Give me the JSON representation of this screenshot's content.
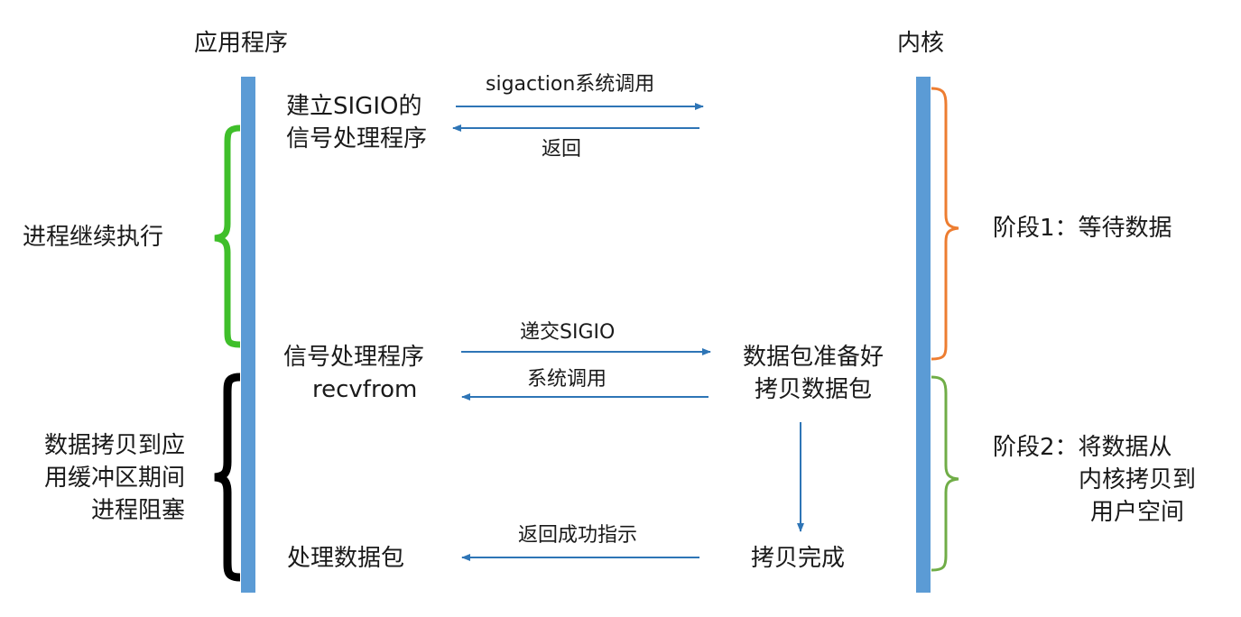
{
  "columns": {
    "app": "应用程序",
    "kernel": "内核"
  },
  "left_notes": {
    "continue": "进程继续执行",
    "blocked": [
      "数据拷贝到应",
      "用缓冲区期间",
      "进程阻塞"
    ]
  },
  "app_steps": {
    "setup": [
      "建立SIGIO的",
      "信号处理程序"
    ],
    "handler": [
      "信号处理程序",
      "recvfrom"
    ],
    "process": "处理数据包"
  },
  "kernel_steps": {
    "ready": [
      "数据包准备好",
      "拷贝数据包"
    ],
    "done": "拷贝完成"
  },
  "arrows": {
    "sigaction": "sigaction系统调用",
    "return": "返回",
    "deliver": "递交SIGIO",
    "syscall": "系统调用",
    "success": "返回成功指示"
  },
  "phases": {
    "phase1": "阶段1：等待数据",
    "phase2": [
      "阶段2：将数据从",
      "内核拷贝到",
      "用户空间"
    ]
  },
  "colors": {
    "timeline": "#5b9bd5",
    "arrow": "#2e75b6",
    "green_brace": "#3fbf2a",
    "black_brace": "#000000",
    "orange_brace": "#ed7d31",
    "light_green_brace": "#70ad47"
  }
}
